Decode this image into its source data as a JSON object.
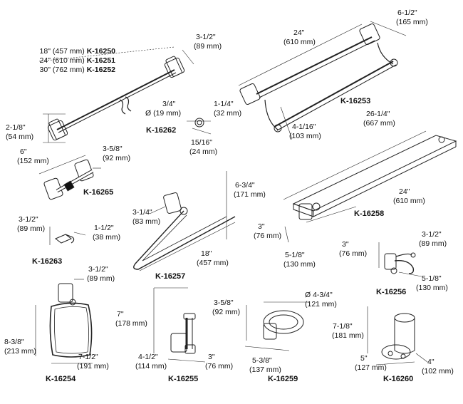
{
  "products": {
    "k16250": {
      "size1": "18\" (457 mm)",
      "model1": "K-16250",
      "size2": "24\" (610 mm)",
      "model2": "K-16251",
      "size3": "30\" (762 mm)",
      "model3": "K-16252",
      "dim_proj_a": "3-1/2\"",
      "dim_proj_b": "(89 mm)",
      "dim_h_a": "2-1/8\"",
      "dim_h_b": "(54 mm)"
    },
    "k16253": {
      "model": "K-16253",
      "len_a": "24\"",
      "len_b": "(610 mm)",
      "proj_a": "6-1/2\"",
      "proj_b": "(165 mm)",
      "h_a": "4-1/16\"",
      "h_b": "(103 mm)"
    },
    "k16262": {
      "model": "K-16262",
      "dia_a": "3/4\"",
      "dia_b": "Ø (19 mm)",
      "proj_a": "1-1/4\"",
      "proj_b": "(32 mm)",
      "h_a": "15/16\"",
      "h_b": "(24 mm)"
    },
    "k16265": {
      "model": "K-16265",
      "w_a": "6\"",
      "w_b": "(152 mm)",
      "proj_a": "3-5/8\"",
      "proj_b": "(92 mm)"
    },
    "k16258": {
      "model": "K-16258",
      "len_a": "26-1/4\"",
      "len_b": "(667 mm)",
      "inner_a": "24\"",
      "inner_b": "(610 mm)",
      "h_a": "3\"",
      "h_b": "(76 mm)",
      "proj_a": "5-1/8\"",
      "proj_b": "(130 mm)"
    },
    "k16257": {
      "model": "K-16257",
      "h_a": "6-3/4\"",
      "h_b": "(171 mm)",
      "proj_a": "3-1/4\"",
      "proj_b": "(83 mm)",
      "len_a": "18\"",
      "len_b": "(457 mm)"
    },
    "k16263": {
      "model": "K-16263",
      "w_a": "3-1/2\"",
      "w_b": "(89 mm)",
      "proj_a": "1-1/2\"",
      "proj_b": "(38 mm)"
    },
    "k16256": {
      "model": "K-16256",
      "h_a": "3\"",
      "h_b": "(76 mm)",
      "proj_a": "3-1/2\"",
      "proj_b": "(89 mm)",
      "w_a": "5-1/8\"",
      "w_b": "(130 mm)"
    },
    "k16254": {
      "model": "K-16254",
      "proj_a": "3-1/2\"",
      "proj_b": "(89 mm)",
      "h_a": "8-3/8\"",
      "h_b": "(213 mm)",
      "w_a": "7-1/2\"",
      "w_b": "(191 mm)"
    },
    "k16255": {
      "model": "K-16255",
      "h_a": "7\"",
      "h_b": "(178 mm)",
      "w_a": "4-1/2\"",
      "w_b": "(114 mm)",
      "proj_a": "3\"",
      "proj_b": "(76 mm)"
    },
    "k16259": {
      "model": "K-16259",
      "dia_a": "Ø 4-3/4\"",
      "dia_b": "(121 mm)",
      "h_a": "3-5/8\"",
      "h_b": "(92 mm)",
      "w_a": "5-3/8\"",
      "w_b": "(137 mm)"
    },
    "k16260": {
      "model": "K-16260",
      "h_a": "7-1/8\"",
      "h_b": "(181 mm)",
      "w_a": "5\"",
      "w_b": "(127 mm)",
      "proj_a": "4\"",
      "proj_b": "(102 mm)"
    }
  }
}
